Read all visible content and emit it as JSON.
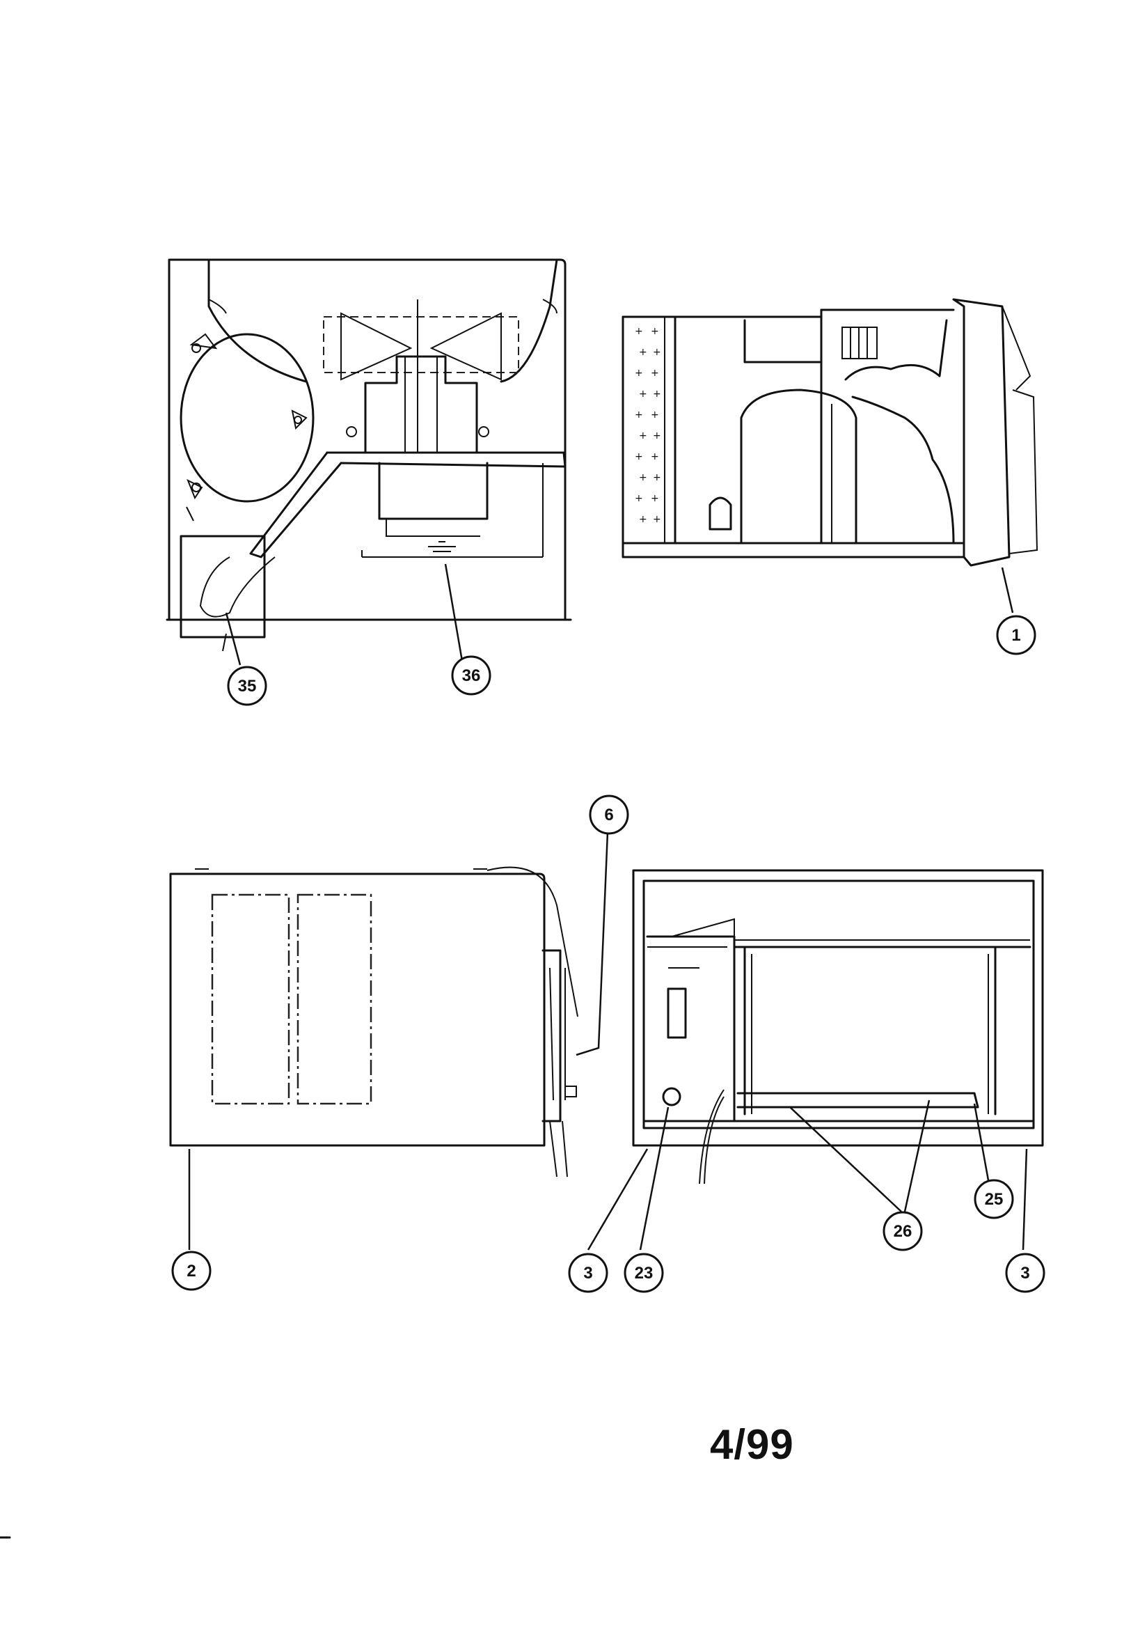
{
  "page": {
    "number_label": "4/99"
  },
  "callouts": [
    {
      "id": "callout-35",
      "label": "35"
    },
    {
      "id": "callout-36",
      "label": "36"
    },
    {
      "id": "callout-1",
      "label": "1"
    },
    {
      "id": "callout-6",
      "label": "6"
    },
    {
      "id": "callout-2",
      "label": "2"
    },
    {
      "id": "callout-3a",
      "label": "3"
    },
    {
      "id": "callout-23",
      "label": "23"
    },
    {
      "id": "callout-26",
      "label": "26"
    },
    {
      "id": "callout-25",
      "label": "25"
    },
    {
      "id": "callout-3b",
      "label": "3"
    }
  ]
}
